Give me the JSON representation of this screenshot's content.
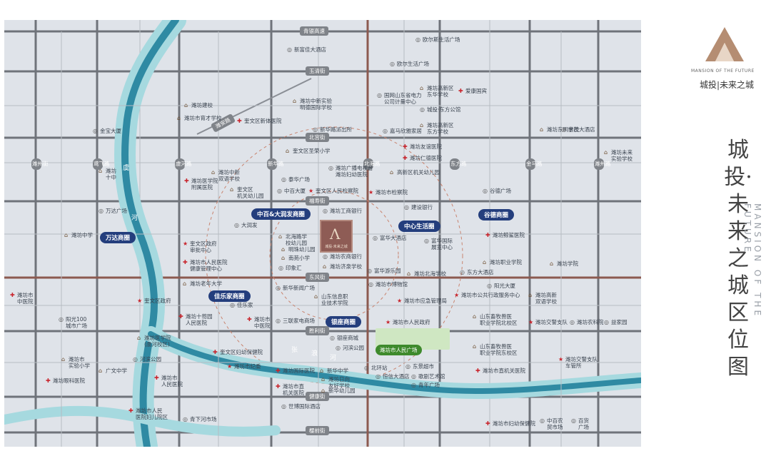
{
  "brand": {
    "tagline_en": "MANSION OF THE FUTURE",
    "logo_cn": "城投|未来之城",
    "title": "城投·未来之城区位图",
    "subtitle_en": "MANSION OF THE FUTURE"
  },
  "project": {
    "name": "城投·未来之城"
  },
  "roads_h": [
    {
      "id": "r1",
      "label": "青银高速"
    },
    {
      "id": "r2",
      "label": "玉清街"
    },
    {
      "id": "r3",
      "label": "北宫街"
    },
    {
      "id": "r4",
      "label": "福寿街"
    },
    {
      "id": "r5",
      "label": "东风街"
    },
    {
      "id": "r6",
      "label": "胜利街"
    },
    {
      "id": "r7",
      "label": "健康街"
    },
    {
      "id": "r8",
      "label": "樱前街"
    },
    {
      "id": "r9",
      "label": "潍安路"
    }
  ],
  "roads_v": [
    {
      "id": "v1",
      "label": "潍州街"
    },
    {
      "id": "v2",
      "label": "鸢飞路"
    },
    {
      "id": "v3",
      "label": "虞河路"
    },
    {
      "id": "v4",
      "label": "新华路"
    },
    {
      "id": "v5",
      "label": "北海路"
    },
    {
      "id": "v6",
      "label": "东方路"
    },
    {
      "id": "v7",
      "label": "金马路"
    },
    {
      "id": "v8",
      "label": "潍州路"
    }
  ],
  "districts": [
    {
      "id": "d1",
      "label": "中百&大润发商圈"
    },
    {
      "id": "d2",
      "label": "中心生活圈"
    },
    {
      "id": "d3",
      "label": "谷德商圈"
    },
    {
      "id": "d4",
      "label": "万达商圈"
    },
    {
      "id": "d5",
      "label": "佳乐家商圈"
    },
    {
      "id": "d6",
      "label": "银座商圈"
    }
  ],
  "rivers": {
    "yu": "虞",
    "he": "河",
    "zhang": "张",
    "lang": "浪",
    "he2": "河"
  },
  "parks": {
    "people_square": "潍坊市人民广场"
  },
  "pois": [
    {
      "id": "p1",
      "label": "新富佳大酒店",
      "t": "poi"
    },
    {
      "id": "p2",
      "label": "欧尔斯生活广场",
      "t": "poi"
    },
    {
      "id": "p3",
      "label": "潍坊高新区\n东华学校",
      "t": "school"
    },
    {
      "id": "p4",
      "label": "爱康国宾",
      "t": "hosp"
    },
    {
      "id": "p5",
      "label": "欧尔生活广场",
      "t": "poi"
    },
    {
      "id": "p6",
      "label": "潍坊中新实验\n明德国际学校",
      "t": "school"
    },
    {
      "id": "p7",
      "label": "国网山东省电力\n公司计量中心",
      "t": "poi"
    },
    {
      "id": "p8",
      "label": "城投·东方公馆",
      "t": "poi"
    },
    {
      "id": "p9",
      "label": "潍坊高新区\n东方学校",
      "t": "school"
    },
    {
      "id": "p10",
      "label": "潍坊建校",
      "t": "school"
    },
    {
      "id": "p11",
      "label": "潍坊市育才学校",
      "t": "school"
    },
    {
      "id": "p12",
      "label": "奎文区新体医院",
      "t": "hosp"
    },
    {
      "id": "p13",
      "label": "金宝大厦",
      "t": "poi"
    },
    {
      "id": "p14",
      "label": "新华路派出所",
      "t": "poi"
    },
    {
      "id": "p15",
      "label": "嘉马欣雅家居",
      "t": "poi"
    },
    {
      "id": "p16",
      "label": "潍坊东明学校",
      "t": "school"
    },
    {
      "id": "p17",
      "label": "金茂大酒店",
      "t": "poi"
    },
    {
      "id": "p18",
      "label": "潍坊未来\n实验学校",
      "t": "school"
    },
    {
      "id": "p19",
      "label": "奎文区圣荣小学",
      "t": "school"
    },
    {
      "id": "p20",
      "label": "潍坊友谊医院",
      "t": "hosp"
    },
    {
      "id": "p21",
      "label": "潍坊仁德医院",
      "t": "hosp"
    },
    {
      "id": "p22",
      "label": "潍坊\n十中",
      "t": "school"
    },
    {
      "id": "p23",
      "label": "潍坊医学院\n附属医院",
      "t": "hosp"
    },
    {
      "id": "p24",
      "label": "潍坊中新\n双语学校",
      "t": "school"
    },
    {
      "id": "p25",
      "label": "潍坊广播电视台\n潍坊妇幼医院",
      "t": "poi"
    },
    {
      "id": "p26",
      "label": "高新区机关幼儿园",
      "t": "school"
    },
    {
      "id": "p27",
      "label": "奎文区\n机关幼儿园",
      "t": "school"
    },
    {
      "id": "p28",
      "label": "泰华广场",
      "t": "poi"
    },
    {
      "id": "p29",
      "label": "中百大厦",
      "t": "poi"
    },
    {
      "id": "p30",
      "label": "奎文区人民检察院",
      "t": "gov"
    },
    {
      "id": "p31",
      "label": "潍坊市检察院",
      "t": "gov"
    },
    {
      "id": "p32",
      "label": "谷德广场",
      "t": "poi"
    },
    {
      "id": "p33",
      "label": "建设银行",
      "t": "poi"
    },
    {
      "id": "p34",
      "label": "万达广场",
      "t": "poi"
    },
    {
      "id": "p35",
      "label": "潍坊工商银行",
      "t": "poi"
    },
    {
      "id": "p36",
      "label": "大润发",
      "t": "poi"
    },
    {
      "id": "p37",
      "label": "富华大酒店",
      "t": "poi"
    },
    {
      "id": "p38",
      "label": "潍坊中学",
      "t": "school"
    },
    {
      "id": "p39",
      "label": "奎文区政府\n审批中心",
      "t": "gov"
    },
    {
      "id": "p40",
      "label": "北海路学\n校幼儿园",
      "t": "school"
    },
    {
      "id": "p41",
      "label": "潍坊农商银行",
      "t": "poi"
    },
    {
      "id": "p42",
      "label": "富华国际\n展览中心",
      "t": "poi"
    },
    {
      "id": "p43",
      "label": "潍坊鲸鲨医院",
      "t": "hosp"
    },
    {
      "id": "p44",
      "label": "潍坊职业学院",
      "t": "school"
    },
    {
      "id": "p45",
      "label": "明珠幼儿园",
      "t": "school"
    },
    {
      "id": "p46",
      "label": "潍坊济泉学校",
      "t": "school"
    },
    {
      "id": "p47",
      "label": "南苑小学",
      "t": "school"
    },
    {
      "id": "p48",
      "label": "潍坊市人民医院\n健康管理中心",
      "t": "hosp"
    },
    {
      "id": "p49",
      "label": "印象汇",
      "t": "poi"
    },
    {
      "id": "p50",
      "label": "潍坊北海学校",
      "t": "school"
    },
    {
      "id": "p51",
      "label": "潍坊学院",
      "t": "school"
    },
    {
      "id": "p52",
      "label": "富华游乐园",
      "t": "poi"
    },
    {
      "id": "p53",
      "label": "东方大酒店",
      "t": "poi"
    },
    {
      "id": "p54",
      "label": "潍坊老年大学",
      "t": "school"
    },
    {
      "id": "p55",
      "label": "新华新闻广场",
      "t": "poi"
    },
    {
      "id": "p56",
      "label": "潍坊市博物馆",
      "t": "poi"
    },
    {
      "id": "p57",
      "label": "阳光大厦",
      "t": "poi"
    },
    {
      "id": "p58",
      "label": "潍坊市\n中医院",
      "t": "hosp"
    },
    {
      "id": "p59",
      "label": "山东信息职\n业技术学院",
      "t": "school"
    },
    {
      "id": "p60",
      "label": "潍坊市应急管理局",
      "t": "gov"
    },
    {
      "id": "p61",
      "label": "潍坊市公共行政服务中心",
      "t": "gov"
    },
    {
      "id": "p62",
      "label": "潍坊高新\n双语学校",
      "t": "school"
    },
    {
      "id": "p63",
      "label": "奎文区政府",
      "t": "gov"
    },
    {
      "id": "p64",
      "label": "佳乐家",
      "t": "poi"
    },
    {
      "id": "p65",
      "label": "潍坊十笏园\n人民医院",
      "t": "hosp"
    },
    {
      "id": "p66",
      "label": "阳光100\n城市广场",
      "t": "poi"
    },
    {
      "id": "p67",
      "label": "潍坊市\n中医院",
      "t": "hosp"
    },
    {
      "id": "p68",
      "label": "三联家电商场",
      "t": "poi"
    },
    {
      "id": "p69",
      "label": "山东畜牧兽医\n职业学院北校区",
      "t": "school"
    },
    {
      "id": "p70",
      "label": "潍坊交警支队",
      "t": "gov"
    },
    {
      "id": "p71",
      "label": "潍坊农科院",
      "t": "poi"
    },
    {
      "id": "p72",
      "label": "益家园",
      "t": "poi"
    },
    {
      "id": "p73",
      "label": "潍坊医学院\n(虞河校区)",
      "t": "school"
    },
    {
      "id": "p74",
      "label": "奎文区妇幼保健院",
      "t": "hosp"
    },
    {
      "id": "p75",
      "label": "银座商城",
      "t": "poi"
    },
    {
      "id": "p76",
      "label": "河滨公园",
      "t": "poi"
    },
    {
      "id": "p77",
      "label": "潍坊市人民政府",
      "t": "gov"
    },
    {
      "id": "p78",
      "label": "山东畜牧兽医\n职业学院东校区",
      "t": "school"
    },
    {
      "id": "p79",
      "label": "潍坊交警支队\n车管所",
      "t": "gov"
    },
    {
      "id": "p80",
      "label": "潍坊市\n实验小学",
      "t": "school"
    },
    {
      "id": "p81",
      "label": "河滨公园",
      "t": "poi"
    },
    {
      "id": "p82",
      "label": "潍坊市纪委",
      "t": "gov"
    },
    {
      "id": "p83",
      "label": "潍坊国际医院",
      "t": "hosp"
    },
    {
      "id": "p84",
      "label": "新华中学",
      "t": "school"
    },
    {
      "id": "p85",
      "label": "东景超市",
      "t": "poi"
    },
    {
      "id": "p86",
      "label": "潍坊市直机关医院",
      "t": "hosp"
    },
    {
      "id": "p87",
      "label": "广文中学",
      "t": "school"
    },
    {
      "id": "p88",
      "label": "潍坊眼科医院",
      "t": "hosp"
    },
    {
      "id": "p89",
      "label": "潍坊市\n人民医院",
      "t": "hosp"
    },
    {
      "id": "p90",
      "label": "潍坊日向\n友好学校",
      "t": "school"
    },
    {
      "id": "p91",
      "label": "歌剧艺术馆",
      "t": "poi"
    },
    {
      "id": "p92",
      "label": "潍坊市直\n机关医院",
      "t": "hosp"
    },
    {
      "id": "p93",
      "label": "新华幼儿园",
      "t": "school"
    },
    {
      "id": "p94",
      "label": "青年广场",
      "t": "poi"
    },
    {
      "id": "p95",
      "label": "潍坊市人民\n医院妇儿院区",
      "t": "hosp"
    },
    {
      "id": "p96",
      "label": "青下河市场",
      "t": "poi"
    },
    {
      "id": "p97",
      "label": "世博国际酒店",
      "t": "poi"
    },
    {
      "id": "p98",
      "label": "潍坊市妇幼保健院",
      "t": "hosp"
    },
    {
      "id": "p99",
      "label": "中百农\n贸市场",
      "t": "poi"
    },
    {
      "id": "p100",
      "label": "百货\n广场",
      "t": "poi"
    },
    {
      "id": "p101",
      "label": "北环站",
      "t": "poi"
    },
    {
      "id": "p102",
      "label": "恒信大酒店",
      "t": "poi"
    }
  ]
}
